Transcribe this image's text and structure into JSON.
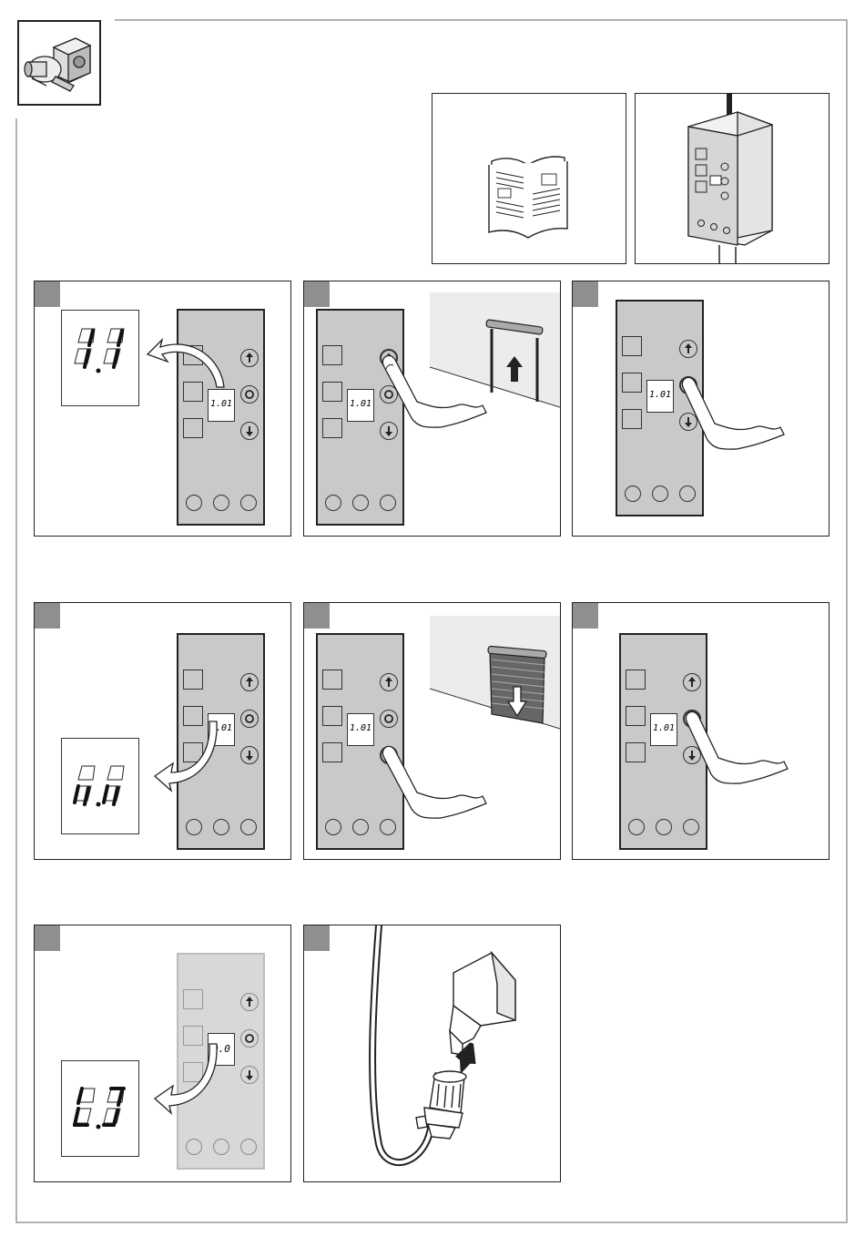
{
  "header_icon": "gear-motor-icon",
  "manual_icon": "open-book-icon",
  "control_box_icon": "control-box-icon",
  "display_values": {
    "small": "1.01",
    "step1_zoom": "0.0",
    "step4_zoom": "0.0",
    "step7_zoom": "0.0",
    "step7_small": "0.0"
  },
  "button_icons": {
    "up": "arrow-up-icon",
    "stop": "circle-icon",
    "down": "arrow-down-icon"
  },
  "gate_icons": {
    "opening": "gate-open-arrow-icon",
    "closing": "gate-close-arrow-icon"
  },
  "plug_icon": "power-plug-icon",
  "colors": {
    "panel_gray": "#c9c9c9",
    "step_tab": "#8f8f8f",
    "outline": "#222222"
  }
}
